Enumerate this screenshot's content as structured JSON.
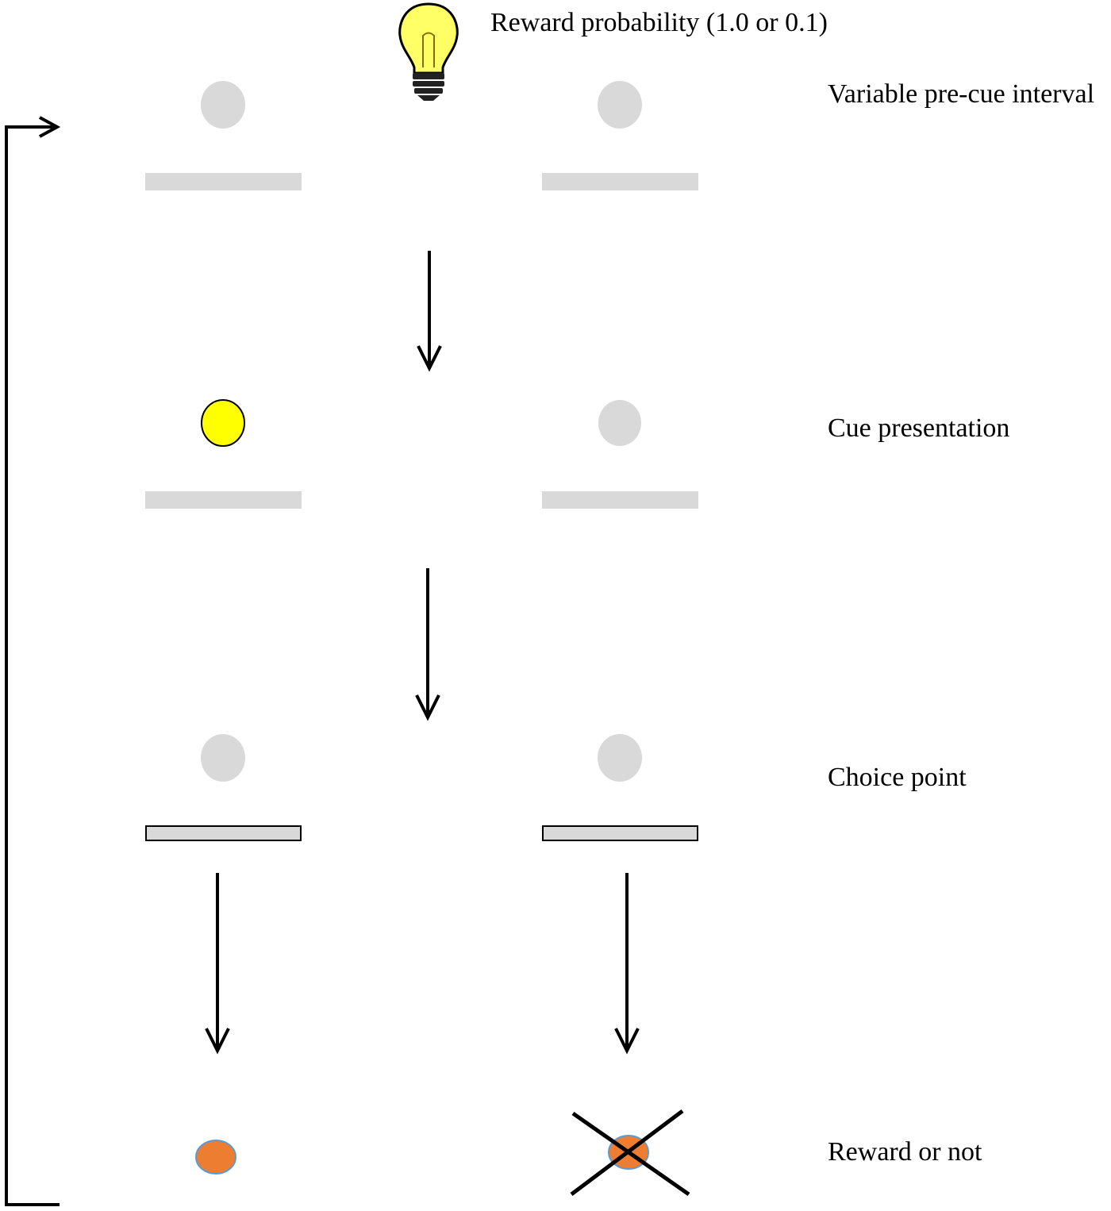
{
  "title": "Reward probability  (1.0 or 0.1)",
  "stages": [
    {
      "label": "Variable  pre-cue interval"
    },
    {
      "label": "Cue presentation"
    },
    {
      "label": "Choice point"
    },
    {
      "label": "Reward or not"
    }
  ],
  "icons": {
    "top": "light-bulb-icon",
    "no_reward": "cross-mark-icon"
  },
  "colors": {
    "inactive": "#d9d9d9",
    "cue_light": "#ffff00",
    "reward_pellet": "#ed7d31",
    "pellet_outline": "#5b9bd5",
    "bulb": "#ffff66",
    "arrow": "#000000"
  }
}
